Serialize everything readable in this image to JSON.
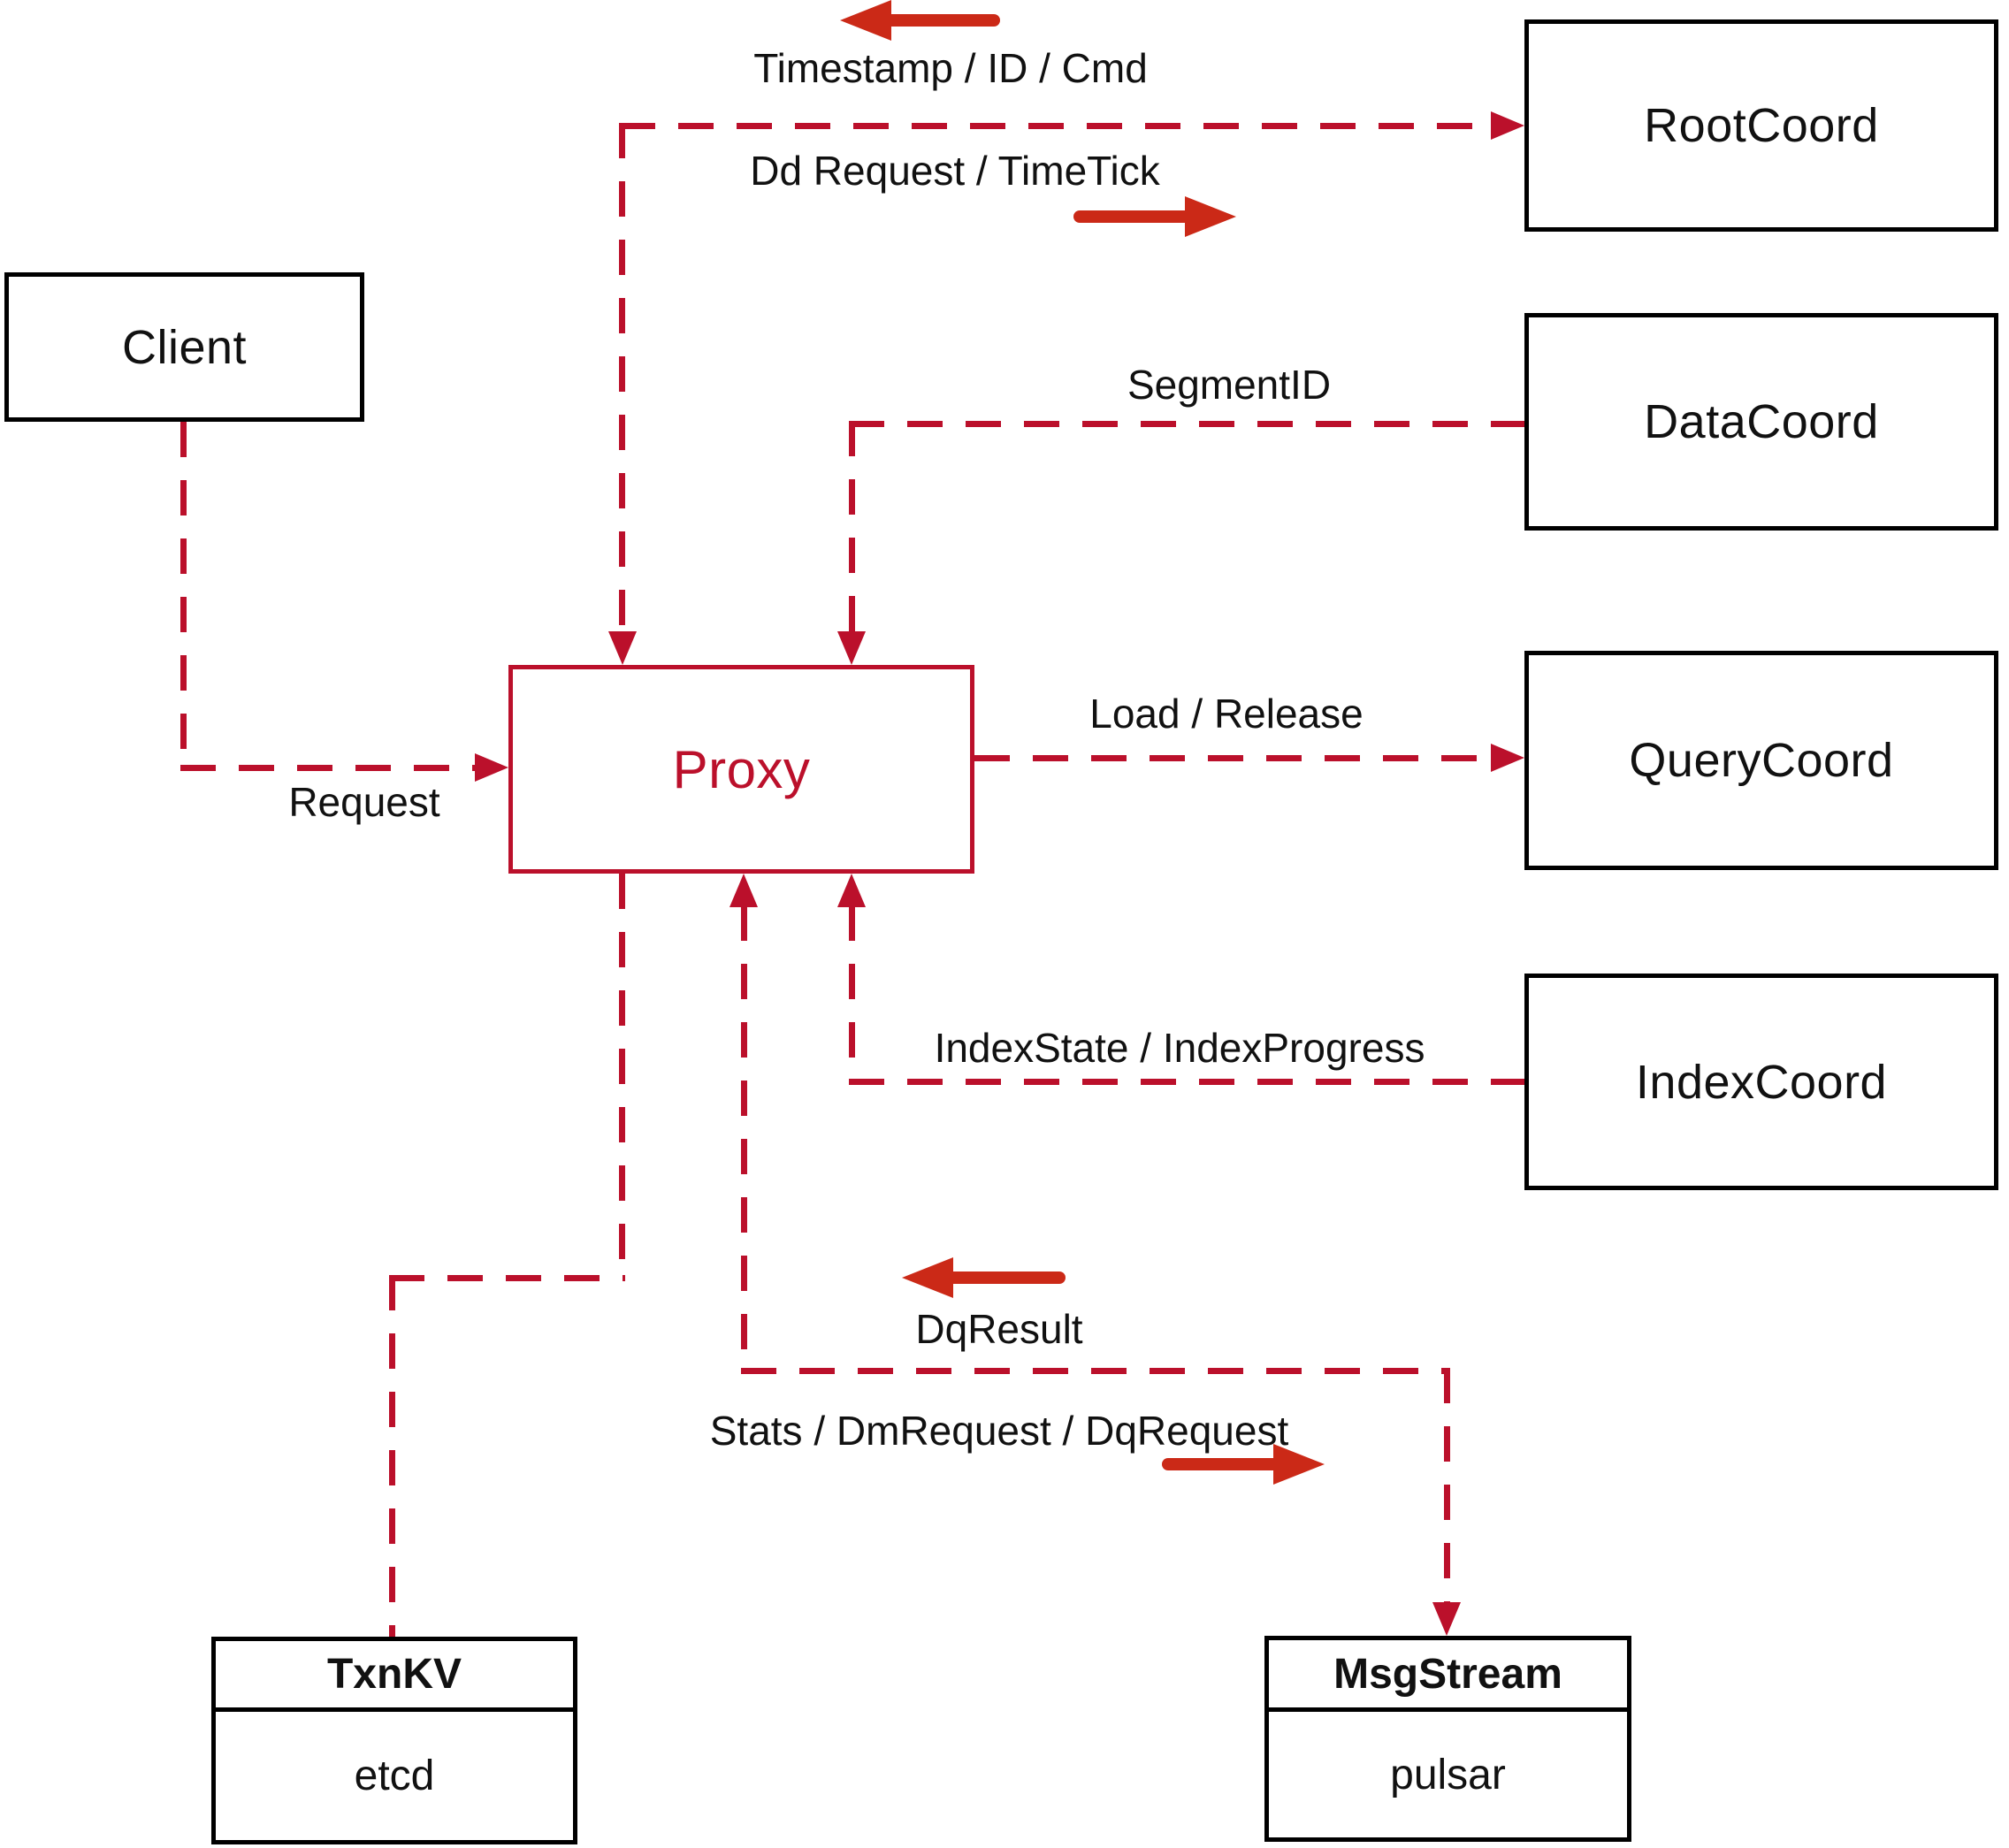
{
  "nodes": {
    "client": {
      "label": "Client"
    },
    "rootcoord": {
      "label": "RootCoord"
    },
    "datacoord": {
      "label": "DataCoord"
    },
    "querycoord": {
      "label": "QueryCoord"
    },
    "indexcoord": {
      "label": "IndexCoord"
    },
    "proxy": {
      "label": "Proxy"
    },
    "txnkv": {
      "title": "TxnKV",
      "impl": "etcd"
    },
    "msgstream": {
      "title": "MsgStream",
      "impl": "pulsar"
    }
  },
  "edges": {
    "proxy_rootcoord": {
      "label_return": "Timestamp / ID / Cmd",
      "label_send": "Dd Request / TimeTick"
    },
    "datacoord_proxy": {
      "label": "SegmentID"
    },
    "client_proxy": {
      "label": "Request"
    },
    "proxy_querycoord": {
      "label": "Load / Release"
    },
    "indexcoord_proxy": {
      "label": "IndexState / IndexProgress"
    },
    "proxy_msgstream": {
      "label_return": "DqResult",
      "label_send": "Stats / DmRequest / DqRequest"
    }
  },
  "colors": {
    "line": "#bb102b",
    "arrow": "#cb2917",
    "ink": "#111111",
    "box_border": "#000000",
    "background": "#ffffff"
  }
}
